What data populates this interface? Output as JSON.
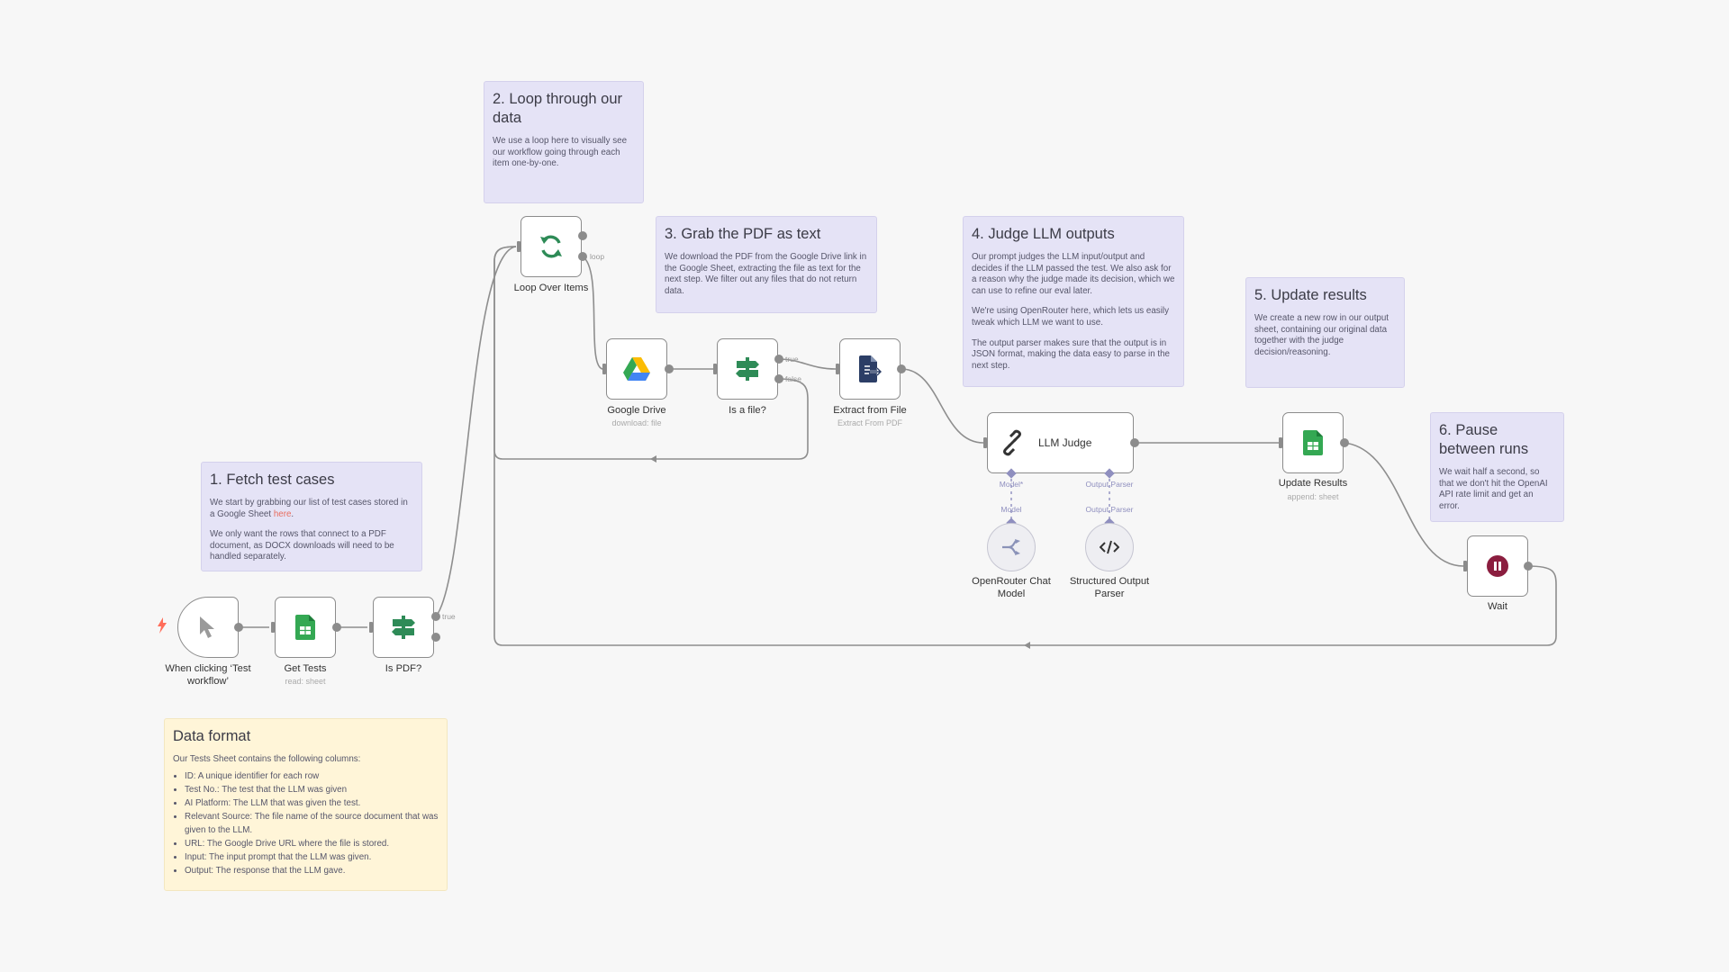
{
  "colors": {
    "canvas_bg": "#f7f7f7",
    "sticky_purple": "#e5e3f6",
    "sticky_yellow": "#fff5d8",
    "wire": "#8e8e8e",
    "sub_wire": "#8f8fbf",
    "sheets_green": "#34a853",
    "if_green": "#2e8b57",
    "link": "#e86c5e",
    "wait_red": "#8b1e3f",
    "trigger_bolt": "#ff6d5a"
  },
  "stickies": {
    "loop": {
      "title": "2. Loop through our data",
      "body": "We use a loop here to visually see our workflow going through each item one-by-one."
    },
    "grab": {
      "title": "3. Grab the PDF as text",
      "body": "We download the PDF from the Google Drive link in the Google Sheet, extracting the file as text for the next step. We filter out any files that do not return data."
    },
    "judge": {
      "title": "4. Judge LLM outputs",
      "p1": "Our prompt judges the LLM input/output and decides if the LLM passed the test. We also ask for a reason why the judge made its decision, which we can use to refine our eval later.",
      "p2": "We're using OpenRouter here, which lets us easily tweak which LLM we want to use.",
      "p3": "The output parser makes sure that the output is in JSON format, making the data easy to parse in the next step."
    },
    "update": {
      "title": "5. Update results",
      "body": "We create a new row in our output sheet, containing our original data together with the judge decision/reasoning."
    },
    "pause": {
      "title": "6. Pause between runs",
      "body": "We wait half a second, so that we don't hit the OpenAI API rate limit and get an error."
    },
    "fetch": {
      "title": "1. Fetch test cases",
      "p1_before": "We start by grabbing our list of test cases stored in a Google Sheet ",
      "p1_link": "here",
      "p1_after": ".",
      "p2": "We only want the rows that connect to a PDF document, as DOCX downloads will need to be handled separately."
    },
    "data_format": {
      "title": "Data format",
      "intro": "Our Tests Sheet contains the following columns:",
      "items": [
        "ID: A unique identifier for each row",
        "Test No.: The test that the LLM was given",
        "AI Platform: The LLM that was given the test.",
        "Relevant Source: The file name of the source document that was given to the LLM.",
        "URL: The Google Drive URL where the file is stored.",
        "Input: The input prompt that the LLM was given.",
        "Output: The response that the LLM gave."
      ]
    }
  },
  "nodes": {
    "trigger": {
      "label": "When clicking ‘Test workflow’",
      "icon": "cursor-icon"
    },
    "get_tests": {
      "label": "Get Tests",
      "sub": "read: sheet",
      "icon": "google-sheets-icon"
    },
    "is_pdf": {
      "label": "Is PDF?",
      "icon": "signpost-icon",
      "out_true": "true"
    },
    "loop": {
      "label": "Loop Over Items",
      "icon": "loop-arrows-icon",
      "out_loop": "loop"
    },
    "gdrive": {
      "label": "Google Drive",
      "sub": "download: file",
      "icon": "google-drive-icon"
    },
    "is_file": {
      "label": "Is a file?",
      "icon": "signpost-icon",
      "out_true": "true",
      "out_false": "false"
    },
    "extract": {
      "label": "Extract from File",
      "sub": "Extract From PDF",
      "icon": "file-export-icon"
    },
    "llm_judge": {
      "label": "LLM Judge",
      "icon": "chain-link-icon",
      "port_model": "Model*",
      "port_parser": "Output Parser"
    },
    "openrouter": {
      "label": "OpenRouter Chat Model",
      "tag": "Model",
      "icon": "openrouter-icon"
    },
    "parser": {
      "label": "Structured Output Parser",
      "tag": "Output Parser",
      "icon": "code-brackets-icon"
    },
    "update": {
      "label": "Update Results",
      "sub": "append: sheet",
      "icon": "google-sheets-icon"
    },
    "wait": {
      "label": "Wait",
      "icon": "pause-icon"
    }
  }
}
